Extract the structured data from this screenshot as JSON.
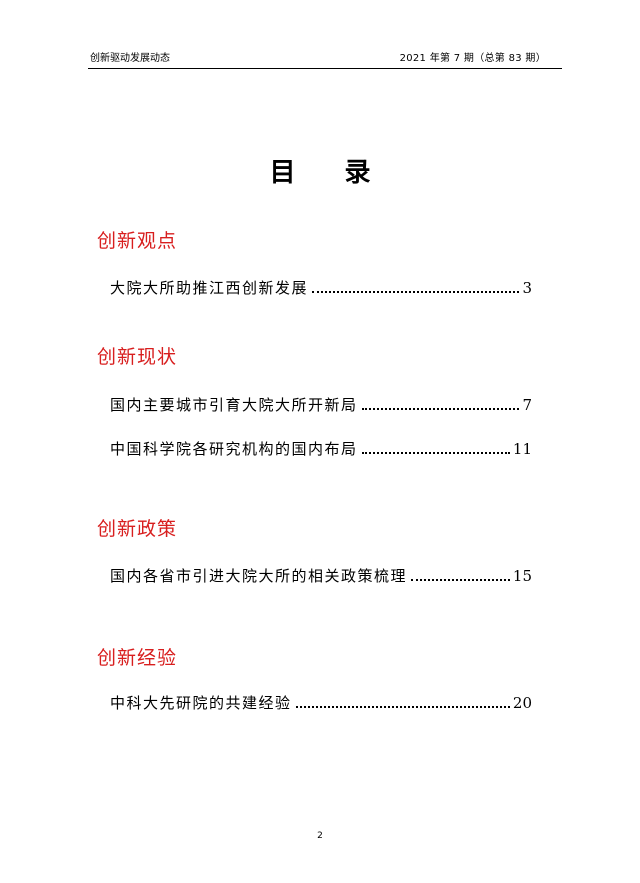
{
  "header": {
    "left": "创新驱动发展动态",
    "right": "2021 年第 7 期（总第 83 期）"
  },
  "title": "目 录",
  "sections": [
    {
      "title": "创新观点",
      "entries": [
        {
          "text": "大院大所助推江西创新发展",
          "page": "3"
        }
      ]
    },
    {
      "title": "创新现状",
      "entries": [
        {
          "text": "国内主要城市引育大院大所开新局",
          "page": "7"
        },
        {
          "text": "中国科学院各研究机构的国内布局",
          "page": "11"
        }
      ]
    },
    {
      "title": "创新政策",
      "entries": [
        {
          "text": "国内各省市引进大院大所的相关政策梳理",
          "page": "15"
        }
      ]
    },
    {
      "title": "创新经验",
      "entries": [
        {
          "text": "中科大先研院的共建经验",
          "page": "20"
        }
      ]
    }
  ],
  "page_number": "2"
}
